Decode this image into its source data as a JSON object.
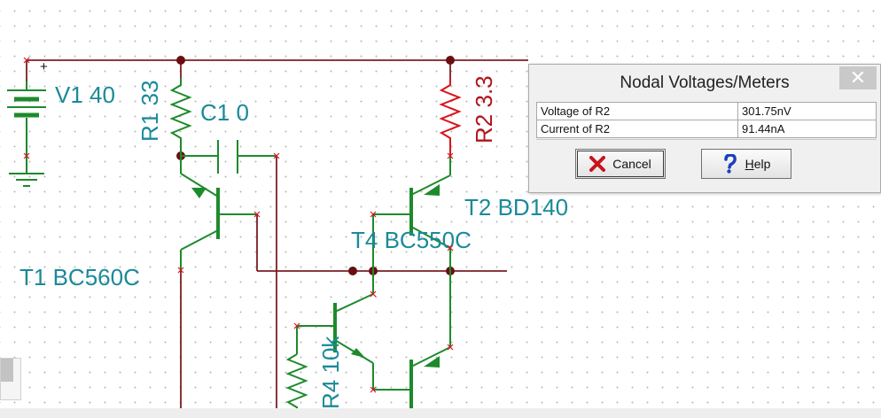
{
  "components": {
    "v1": {
      "name": "V1",
      "value": "40"
    },
    "r1": {
      "name": "R1",
      "value": "33"
    },
    "c1": {
      "name": "C1",
      "value": "0"
    },
    "r2": {
      "name": "R2",
      "value": "3.3"
    },
    "t1": {
      "name": "T1",
      "model": "BC560C"
    },
    "t2": {
      "name": "T2",
      "model": "BD140"
    },
    "t4": {
      "name": "T4",
      "model": "BC550C"
    },
    "r4": {
      "name": "R4",
      "value": "10k"
    },
    "v1_plus": "+"
  },
  "dialog": {
    "title": "Nodal Voltages/Meters",
    "close_glyph": "✕",
    "rows": [
      {
        "label": "Voltage of R2",
        "value": "301.75nV"
      },
      {
        "label": "Current of R2",
        "value": "91.44nA"
      }
    ],
    "cancel_label": "Cancel",
    "help_label_underlined": "H",
    "help_label_rest": "elp"
  },
  "colors": {
    "wire": "#7a1e22",
    "component": "#1d8a2c",
    "label": "#1a8a99",
    "selected": "#d8141c"
  }
}
